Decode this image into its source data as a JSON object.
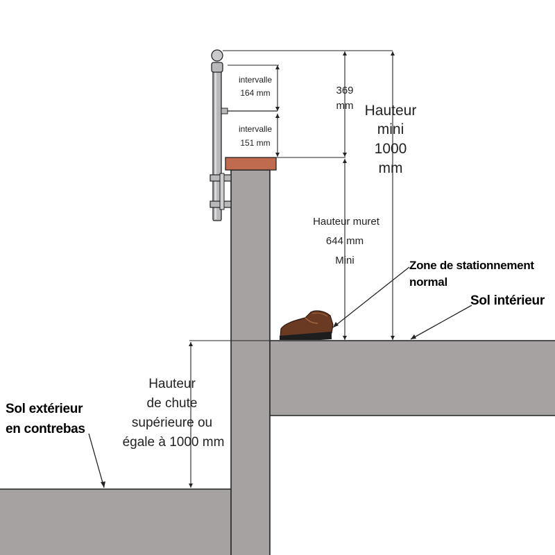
{
  "labels": {
    "gap_top": [
      "intervalle",
      "164 mm"
    ],
    "gap_bottom": [
      "intervalle",
      "151 mm"
    ],
    "dim_369": [
      "369",
      "mm"
    ],
    "hauteur_mini": [
      "Hauteur",
      "mini",
      "1000",
      "mm"
    ],
    "hauteur_muret": [
      "Hauteur muret",
      "644 mm",
      "Mini"
    ],
    "zone_stationnement": [
      "Zone de stationnement",
      "normal"
    ],
    "sol_interieur": "Sol intérieur",
    "hauteur_chute": [
      "Hauteur",
      "de chute",
      "supérieure ou",
      "égale à 1000 mm"
    ],
    "sol_exterieur": [
      "Sol extérieur",
      "en contrebas"
    ]
  },
  "colors": {
    "concrete": "#a5a2a1",
    "wall_cap": "#c06b50",
    "post": "#b9b9bc",
    "shoe": "#6b3a22",
    "sole": "#1e1e1e",
    "line": "#222222"
  },
  "icons": {
    "shoe": "shoe-icon",
    "post": "railing-post-icon"
  }
}
